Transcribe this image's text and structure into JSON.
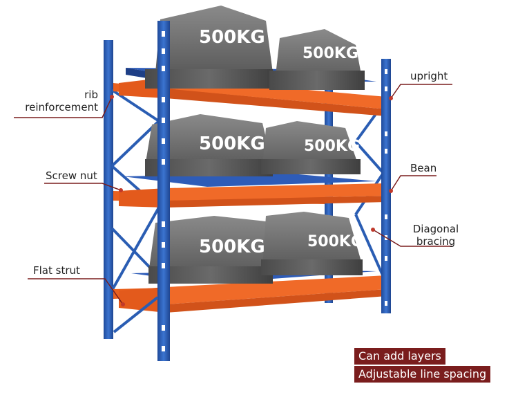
{
  "weights": [
    "500KG",
    "500KG",
    "500KG",
    "500KG",
    "500KG",
    "500KG"
  ],
  "labels": {
    "rib_line1": "rib",
    "rib_line2": "reinforcement",
    "screw_nut": "Screw nut",
    "flat_strut": "Flat strut",
    "upright": "upright",
    "bean": "Bean",
    "diagonal_line1": "Diagonal",
    "diagonal_line2": "bracing"
  },
  "badges": {
    "layers": "Can add layers",
    "spacing": "Adjustable line spacing"
  },
  "colors": {
    "upright_blue": "#2a5db3",
    "beam_orange": "#f06a28",
    "block_gray": "#5a5a5a",
    "callout_line": "#7a1d1d",
    "badge_bg": "#7a1d1d"
  }
}
